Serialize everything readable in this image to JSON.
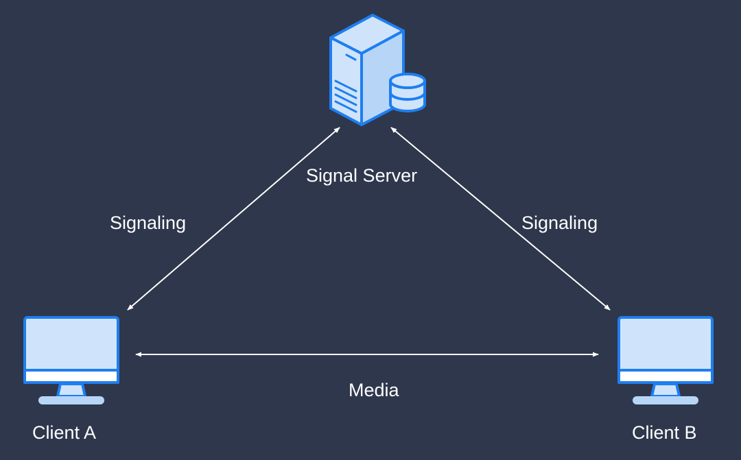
{
  "nodes": {
    "server": {
      "label": "Signal Server",
      "icon": "server-database-icon"
    },
    "client_a": {
      "label": "Client A",
      "icon": "monitor-icon"
    },
    "client_b": {
      "label": "Client B",
      "icon": "monitor-icon"
    }
  },
  "edges": {
    "signaling_left": {
      "label": "Signaling",
      "from": "server",
      "to": "client_a",
      "bidirectional": true
    },
    "signaling_right": {
      "label": "Signaling",
      "from": "server",
      "to": "client_b",
      "bidirectional": true
    },
    "media": {
      "label": "Media",
      "from": "client_a",
      "to": "client_b",
      "bidirectional": true
    }
  },
  "colors": {
    "background": "#2e374c",
    "icon_stroke": "#1f7ef0",
    "icon_fill": "#cfe4fb",
    "text": "#ffffff",
    "arrow": "#ffffff"
  }
}
